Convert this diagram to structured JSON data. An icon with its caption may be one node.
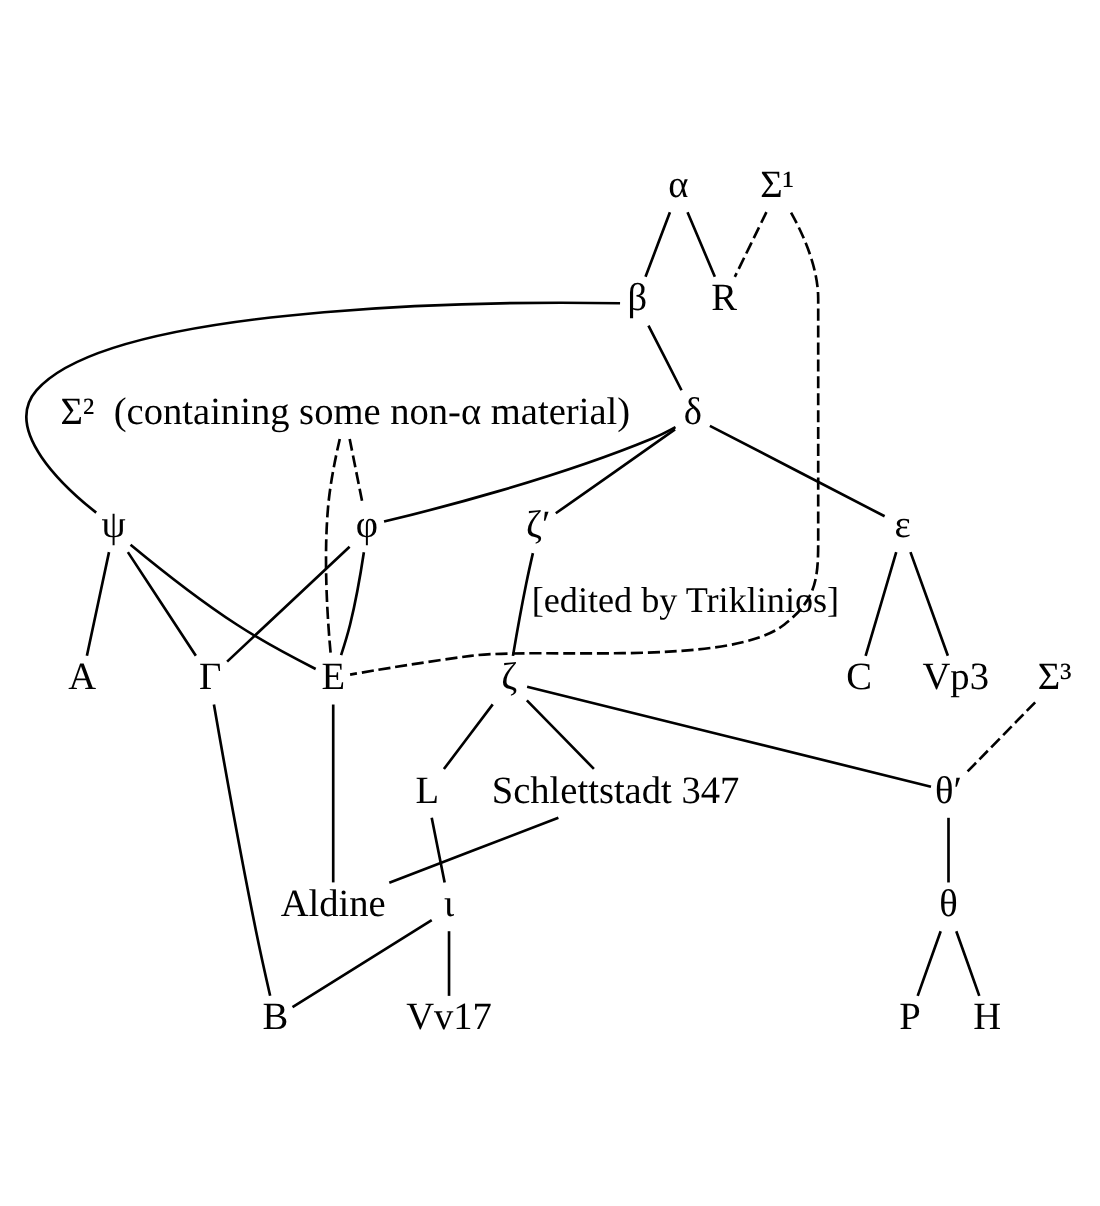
{
  "diagram": {
    "nodes": [
      {
        "text": [
          "Σ¹"
        ]
      },
      {
        "text": [
          "Σ²"
        ],
        "beside": [
          "(containing some non-α material)"
        ]
      },
      {
        "text": [
          "α"
        ]
      },
      {
        "text": [
          "R"
        ]
      },
      {
        "text": [
          "β"
        ]
      },
      {
        "text": [
          "δ"
        ]
      },
      {
        "text": [
          "ψ"
        ]
      },
      {
        "text": [
          "φ"
        ]
      },
      {
        "text": [
          "ζ′"
        ]
      },
      {
        "text": [
          "ε"
        ]
      },
      {
        "text": [
          "Σ³"
        ]
      },
      {
        "text": [
          "ζ"
        ]
      },
      {
        "text": [
          "θ′"
        ]
      },
      {
        "text": [
          "A"
        ]
      },
      {
        "text": [
          "E"
        ]
      },
      {
        "text": [
          "Γ"
        ]
      },
      {
        "text": [
          "Vp3"
        ]
      },
      {
        "text": [
          "C"
        ]
      },
      {
        "text": [
          "θ"
        ]
      },
      {
        "text": [
          "L"
        ]
      },
      {
        "text": [
          "Schlettstadt 347"
        ]
      },
      {
        "text": [
          "P"
        ]
      },
      {
        "text": [
          "H"
        ]
      },
      {
        "text": [
          "ι"
        ]
      },
      {
        "text": [
          "B"
        ]
      },
      {
        "text": [
          "Vv17"
        ]
      },
      {
        "text": [
          "Aldine"
        ]
      }
    ],
    "edges": [
      {
        "from": 0,
        "to": 3,
        "arrow": "none",
        "style": "dashed"
      },
      {
        "from": 0,
        "to": 14,
        "arrow": "none",
        "style": "dashed"
      },
      {
        "from": 1,
        "to": 14,
        "arrow": "none",
        "style": "dashed"
      },
      {
        "from": 1,
        "to": 7,
        "arrow": "none",
        "style": "dashed"
      },
      {
        "from": 2,
        "to": 3,
        "arrow": "none"
      },
      {
        "from": 2,
        "to": 4,
        "arrow": "none"
      },
      {
        "from": 4,
        "to": 6,
        "arrow": "none"
      },
      {
        "from": 4,
        "to": 5,
        "arrow": "none"
      },
      {
        "from": 5,
        "to": 7,
        "arrow": "none"
      },
      {
        "from": 5,
        "to": 9,
        "arrow": "none"
      },
      {
        "from": 5,
        "to": 8,
        "arrow": "none"
      },
      {
        "from": 8,
        "to": 11,
        "label": "[edited by Triklinios]",
        "arrow": "none"
      },
      {
        "from": 6,
        "to": 13,
        "arrow": "none"
      },
      {
        "from": 6,
        "to": 14,
        "arrow": "none"
      },
      {
        "from": 6,
        "to": 15,
        "arrow": "none"
      },
      {
        "from": 7,
        "to": 14,
        "arrow": "none"
      },
      {
        "from": 7,
        "to": 15,
        "arrow": "none"
      },
      {
        "from": 9,
        "to": 16,
        "arrow": "none"
      },
      {
        "from": 9,
        "to": 17,
        "arrow": "none"
      },
      {
        "from": 10,
        "to": 12,
        "arrow": "none",
        "style": "dashed"
      },
      {
        "from": 11,
        "to": 12,
        "arrow": "none"
      },
      {
        "from": 11,
        "to": 19,
        "arrow": "none"
      },
      {
        "from": 11,
        "to": 20,
        "arrow": "none"
      },
      {
        "from": 12,
        "to": 18,
        "arrow": "none"
      },
      {
        "from": 18,
        "to": 21,
        "arrow": "none"
      },
      {
        "from": 18,
        "to": 22,
        "arrow": "none"
      },
      {
        "from": 19,
        "to": 23,
        "arrow": "none"
      },
      {
        "from": 23,
        "to": 24,
        "arrow": "none"
      },
      {
        "from": 23,
        "to": 25,
        "arrow": "none"
      },
      {
        "from": 15,
        "to": 24,
        "arrow": "none"
      },
      {
        "from": 14,
        "to": 26,
        "arrow": "none"
      },
      {
        "from": 20,
        "to": 26,
        "arrow": "none"
      }
    ]
  }
}
